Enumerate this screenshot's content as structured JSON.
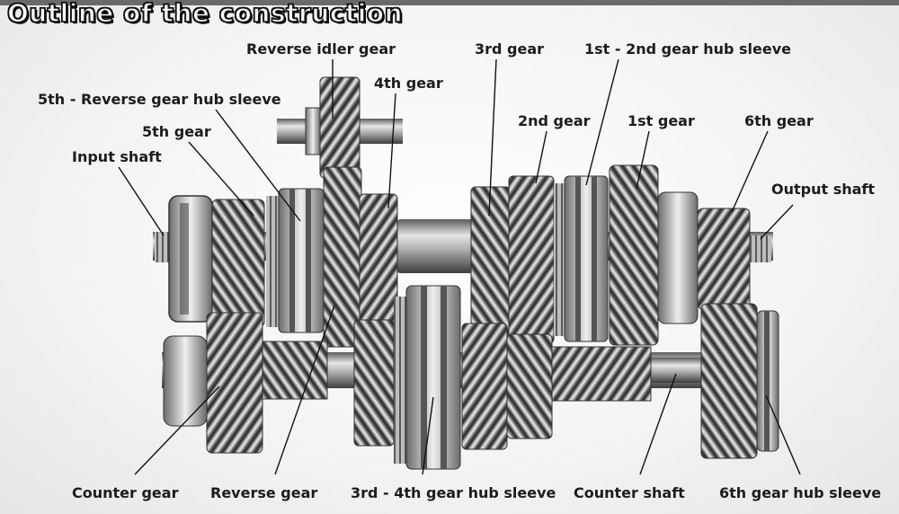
{
  "title": "Outline of the construction",
  "labels": {
    "reverse_idler_gear": "Reverse idler gear",
    "third_gear": "3rd gear",
    "first_second_hub_sleeve": "1st - 2nd gear hub sleeve",
    "fourth_gear": "4th gear",
    "fifth_reverse_hub_sleeve": "5th - Reverse gear hub sleeve",
    "second_gear": "2nd gear",
    "first_gear": "1st gear",
    "sixth_gear": "6th gear",
    "fifth_gear": "5th gear",
    "input_shaft": "Input shaft",
    "output_shaft": "Output shaft",
    "counter_gear": "Counter gear",
    "reverse_gear": "Reverse gear",
    "third_fourth_hub_sleeve": "3rd - 4th gear hub sleeve",
    "counter_shaft": "Counter shaft",
    "sixth_hub_sleeve": "6th gear hub sleeve"
  },
  "colors": {
    "metal_light": "#e8e8e8",
    "metal_mid": "#9a9a9a",
    "metal_dark": "#3a3a3a",
    "leader": "#111111",
    "text": "#1c1c1c"
  }
}
